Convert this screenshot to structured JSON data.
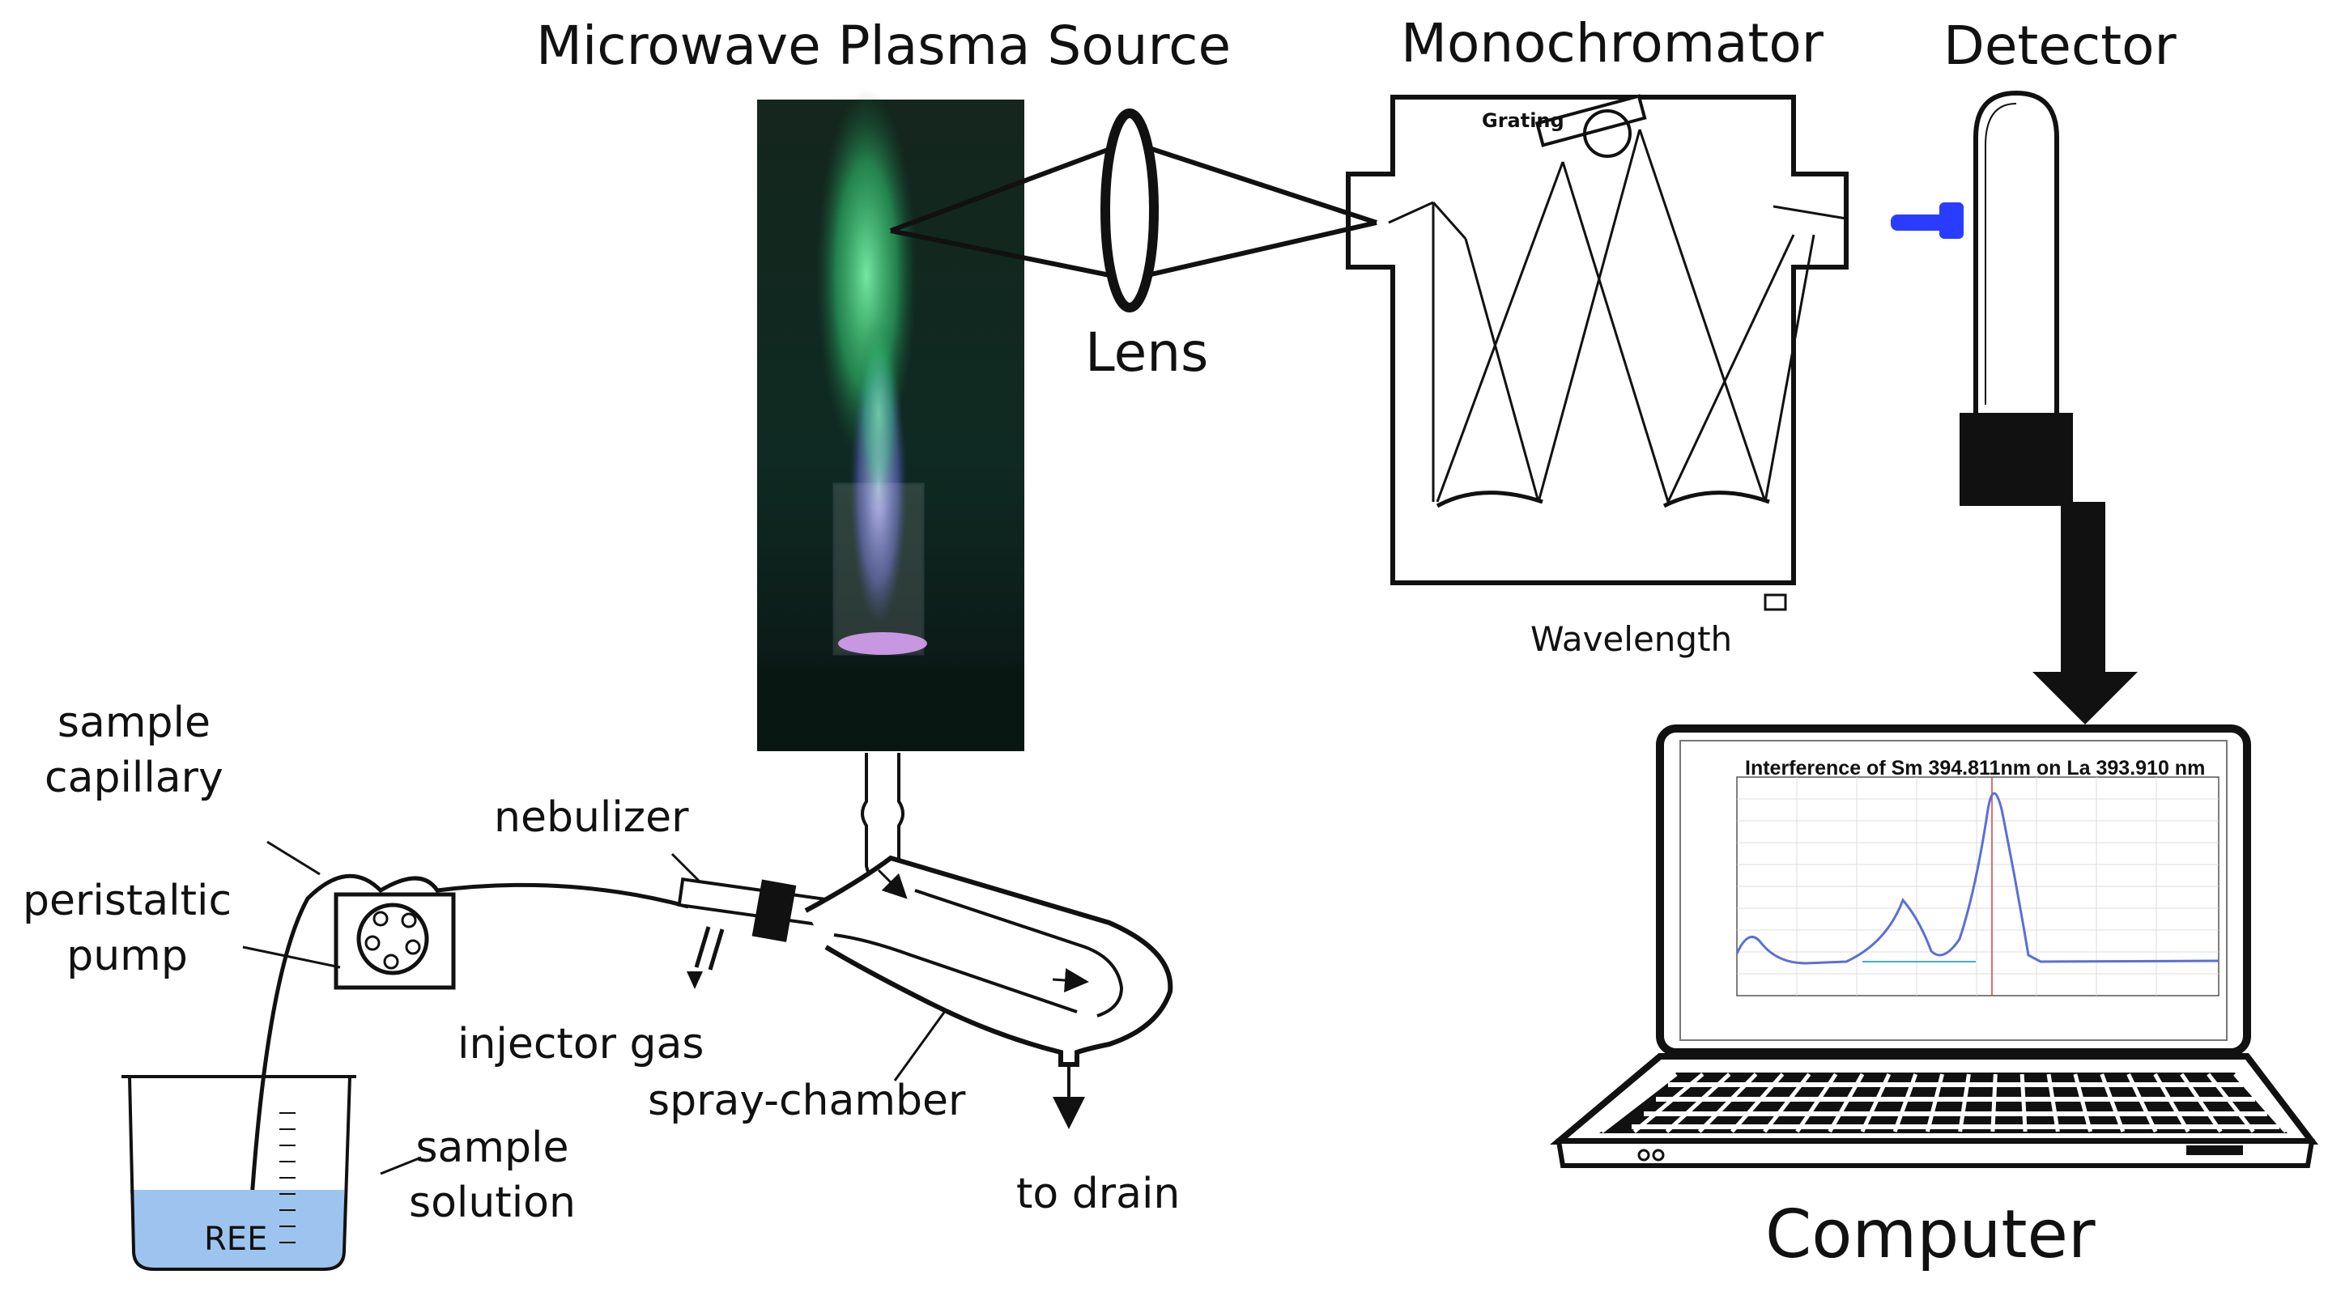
{
  "labels": {
    "microwave_plasma_source": "Microwave Plasma Source",
    "monochromator": "Monochromator",
    "detector": "Detector",
    "lens": "Lens",
    "grating": "Grating",
    "wavelength": "Wavelength",
    "sample_capillary": "sample\ncapillary",
    "peristaltic_pump": "peristaltic\npump",
    "nebulizer": "nebulizer",
    "injector_gas": "injector gas",
    "spray_chamber": "spray-chamber",
    "to_drain": "to drain",
    "sample_solution": "sample\nsolution",
    "ree": "REE",
    "computer": "Computer"
  },
  "screen": {
    "title": "Interference of Sm 394.811nm on La 393.910 nm"
  },
  "colors": {
    "plasma_green": "#2dbf6a",
    "plasma_blue": "#8f8cff",
    "solution_blue": "#9cc4ee",
    "detector_window": "#2a3cff",
    "spectrum_line": "#5b6fd6",
    "marker_line": "#d04040"
  }
}
